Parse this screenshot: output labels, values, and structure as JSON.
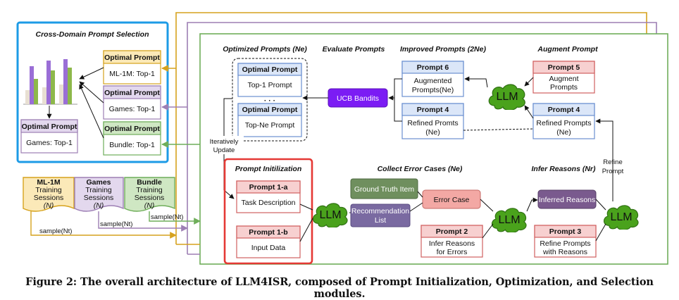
{
  "cross_domain": {
    "title": "Cross-Domain Prompt Selection",
    "optimal_label": "Optimal Prompt",
    "items": [
      "ML-1M: Top-1",
      "Games: Top-1",
      "Bundle: Top-1"
    ],
    "result": "Games: Top-1"
  },
  "datasets": [
    {
      "name": "ML-1M",
      "line1": "Training",
      "line2": "Sessions",
      "n": "(N)"
    },
    {
      "name": "Games",
      "line1": "Training",
      "line2": "Sessions",
      "n": "(N)"
    },
    {
      "name": "Bundle",
      "line1": "Training",
      "line2": "Sessions",
      "n": "(N)"
    }
  ],
  "sample_labels": [
    "sample(Nt)",
    "sample(Nt)",
    "sample(Nt)"
  ],
  "optimized": {
    "title": "Optimized Prompts (Ne)",
    "box_title": "Optimal Prompt",
    "top1": "Top-1 Prompt",
    "dots": "· · ·",
    "topn": "Top-Ne Prompt"
  },
  "evaluate": {
    "title": "Evaluate Prompts",
    "ucb": "UCB Bandits"
  },
  "improved": {
    "title": "Improved Prompts (2Ne)",
    "p6_title": "Prompt 6",
    "p6_l1": "Augmented",
    "p6_l2": "Prompts(Ne)",
    "p4_title": "Prompt 4",
    "p4_l1": "Refined Promts",
    "p4_l2": "(Ne)"
  },
  "augment": {
    "title": "Augment Prompt",
    "p5_title": "Prompt 5",
    "p5_l1": "Augment",
    "p5_l2": "Prompts",
    "p4_title": "Prompt 4",
    "p4_l1": "Refined Prompts",
    "p4_l2": "(Ne)"
  },
  "iteratively": {
    "l1": "Iteratively",
    "l2": "Update"
  },
  "refine_prompt": {
    "l1": "Refine",
    "l2": "Prompt"
  },
  "init": {
    "title": "Prompt Initilization",
    "p1a_title": "Prompt 1-a",
    "p1a_body": "Task Description",
    "p1b_title": "Prompt 1-b",
    "p1b_body": "Input Data"
  },
  "collect": {
    "title": "Collect Error Cases (Ne)",
    "ground_truth": "Ground Truth Item",
    "rec_l1": "Recommendation",
    "rec_l2": "List",
    "error_case": "Error Case",
    "p2_title": "Prompt 2",
    "p2_l1": "Infer Reasons",
    "p2_l2": "for Errors"
  },
  "infer": {
    "title": "Infer Reasons (Nr)",
    "inferred": "Inferred Reasons",
    "p3_title": "Prompt 3",
    "p3_l1": "Refine Prompts",
    "p3_l2": "with Reasons"
  },
  "llm_label": "LLM",
  "caption": "Figure 2: The overall architecture of LLM4ISR, composed of Prompt Initialization, Optimization, and Selection modules.",
  "colors": {
    "orange": "#d6a21d",
    "purple": "#9d7fb4",
    "green": "#6fae5a",
    "blue": "#1d9be6",
    "red": "#e53935",
    "ucb": "#7b1cf4",
    "llm": "#4aa21c"
  }
}
